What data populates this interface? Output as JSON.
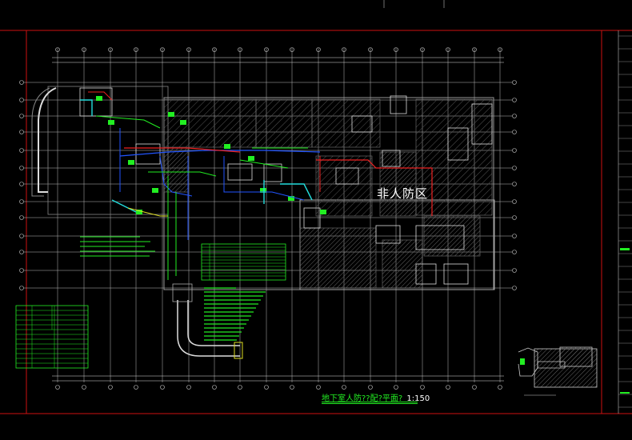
{
  "drawing": {
    "zone_label": "非人防区",
    "title_text": "地下室人防??配?平面?",
    "title_scale": "1:150"
  },
  "colors": {
    "background": "#000000",
    "frame_red": "#cc1111",
    "grid": "#bbbbbb",
    "pipe_green": "#22ee22",
    "pipe_blue": "#2255ff",
    "pipe_red": "#ee2222",
    "pipe_yellow": "#dddd22",
    "cyan": "#22dddd",
    "hatch_gray": "#555555"
  }
}
